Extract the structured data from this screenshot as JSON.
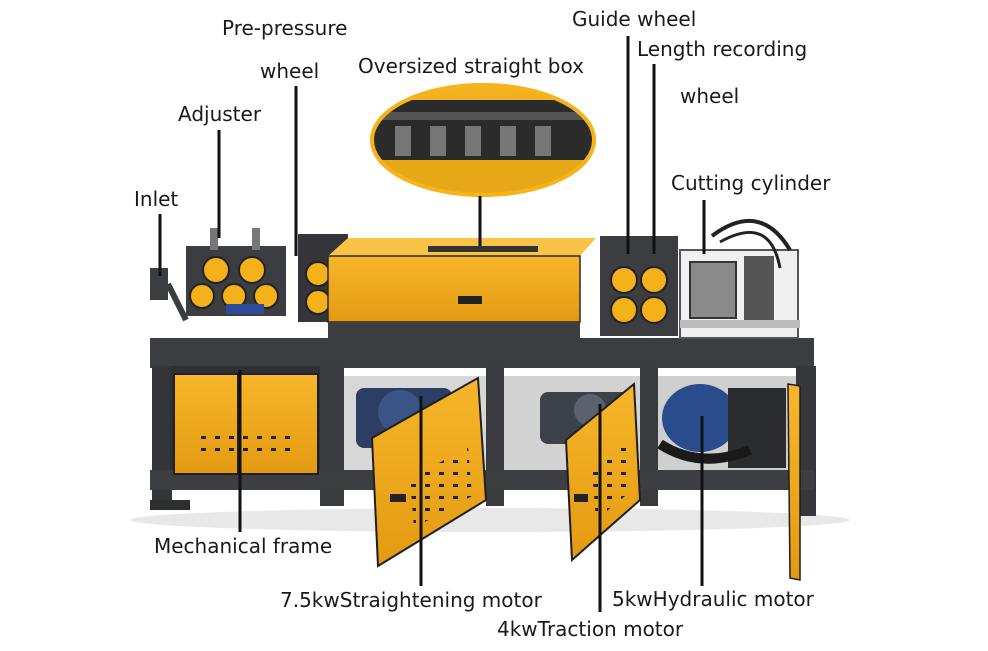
{
  "labels": {
    "pre_pressure_line1": "Pre-pressure",
    "pre_pressure_line2": "wheel",
    "oversized_box": "Oversized straight box",
    "guide_wheel": "Guide wheel",
    "length_recording_line1": "Length recording",
    "length_recording_line2": "wheel",
    "adjuster": "Adjuster",
    "inlet": "Inlet",
    "cutting_cylinder": "Cutting cylinder",
    "mechanical_frame": "Mechanical frame",
    "straightening_motor": "7.5kwStraightening motor",
    "hydraulic_motor": "5kwHydraulic motor",
    "traction_motor": "4kwTraction motor"
  },
  "colors": {
    "machine_orange": "#f3a51c",
    "frame_dark": "#3b3d40",
    "leader_line": "#111111"
  }
}
